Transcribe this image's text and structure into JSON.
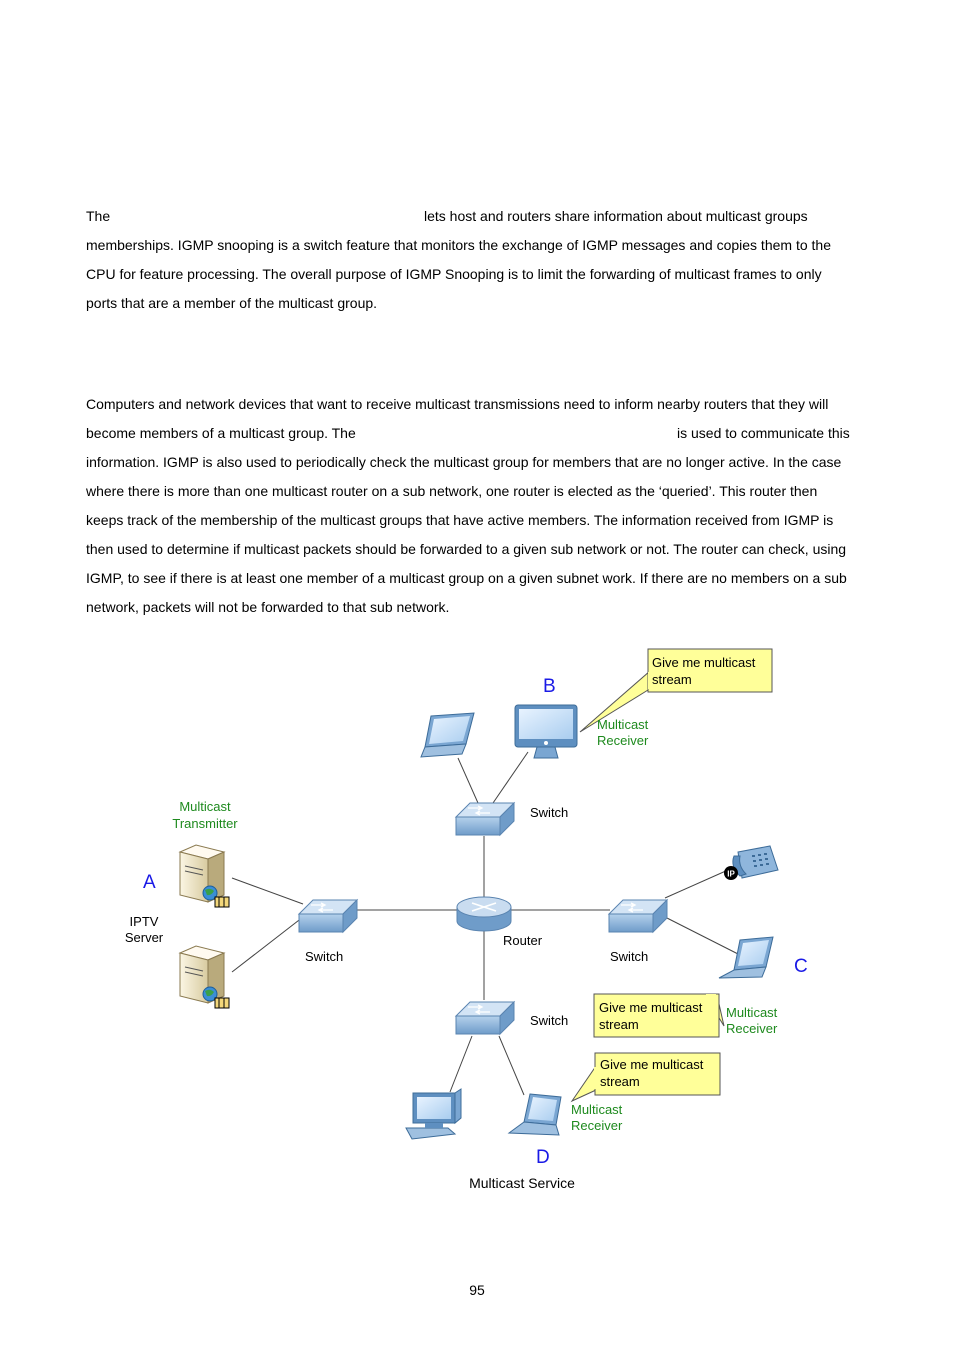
{
  "paragraph1": {
    "line1_start": "The",
    "line1_end": "lets host and routers share information about multicast groups",
    "line2": "memberships. IGMP snooping is a switch feature that monitors the exchange of IGMP messages and copies them to the",
    "line3": "CPU for feature processing. The overall purpose of IGMP Snooping is to limit the forwarding of multicast frames to only",
    "line4": "ports that are a member of the multicast group."
  },
  "paragraph2": {
    "line1": "Computers and network devices that want to receive multicast transmissions need to inform nearby routers that they will",
    "line2_start": "become members of a multicast group. The",
    "line2_end": "is used to communicate this",
    "line3": "information. IGMP is also used to periodically check the multicast group for members that are no longer active. In the case",
    "line4": "where there is more than one multicast router on a sub network, one router is elected as the ‘queried’. This router then",
    "line5": "keeps track of the membership of the multicast groups that have active members. The information received from IGMP is",
    "line6": "then used to determine if multicast packets should be forwarded to a given sub network or not. The router can check, using",
    "line7": "IGMP, to see if there is at least one member of a multicast group on a given subnet work. If there are no members on a sub",
    "line8": "network, packets will not be forwarded to that sub network."
  },
  "diagram": {
    "letter_a": "A",
    "letter_b": "B",
    "letter_c": "C",
    "letter_d": "D",
    "transmitter_line1": "Multicast",
    "transmitter_line2": "Transmitter",
    "server_line1": "IPTV",
    "server_line2": "Server",
    "receiver_line1": "Multicast",
    "receiver_line2": "Receiver",
    "callout_line1": "Give me multicast",
    "callout_line2": "stream",
    "switch_label": "Switch",
    "router_label": "Router",
    "caption": "Multicast Service",
    "ip_badge": "IP",
    "colors": {
      "letters": "#1a1ae6",
      "green_labels": "#1e8a1e",
      "callout_fill": "#ffff99",
      "device_blue": "#8fb6dc"
    }
  },
  "page_number": "95"
}
